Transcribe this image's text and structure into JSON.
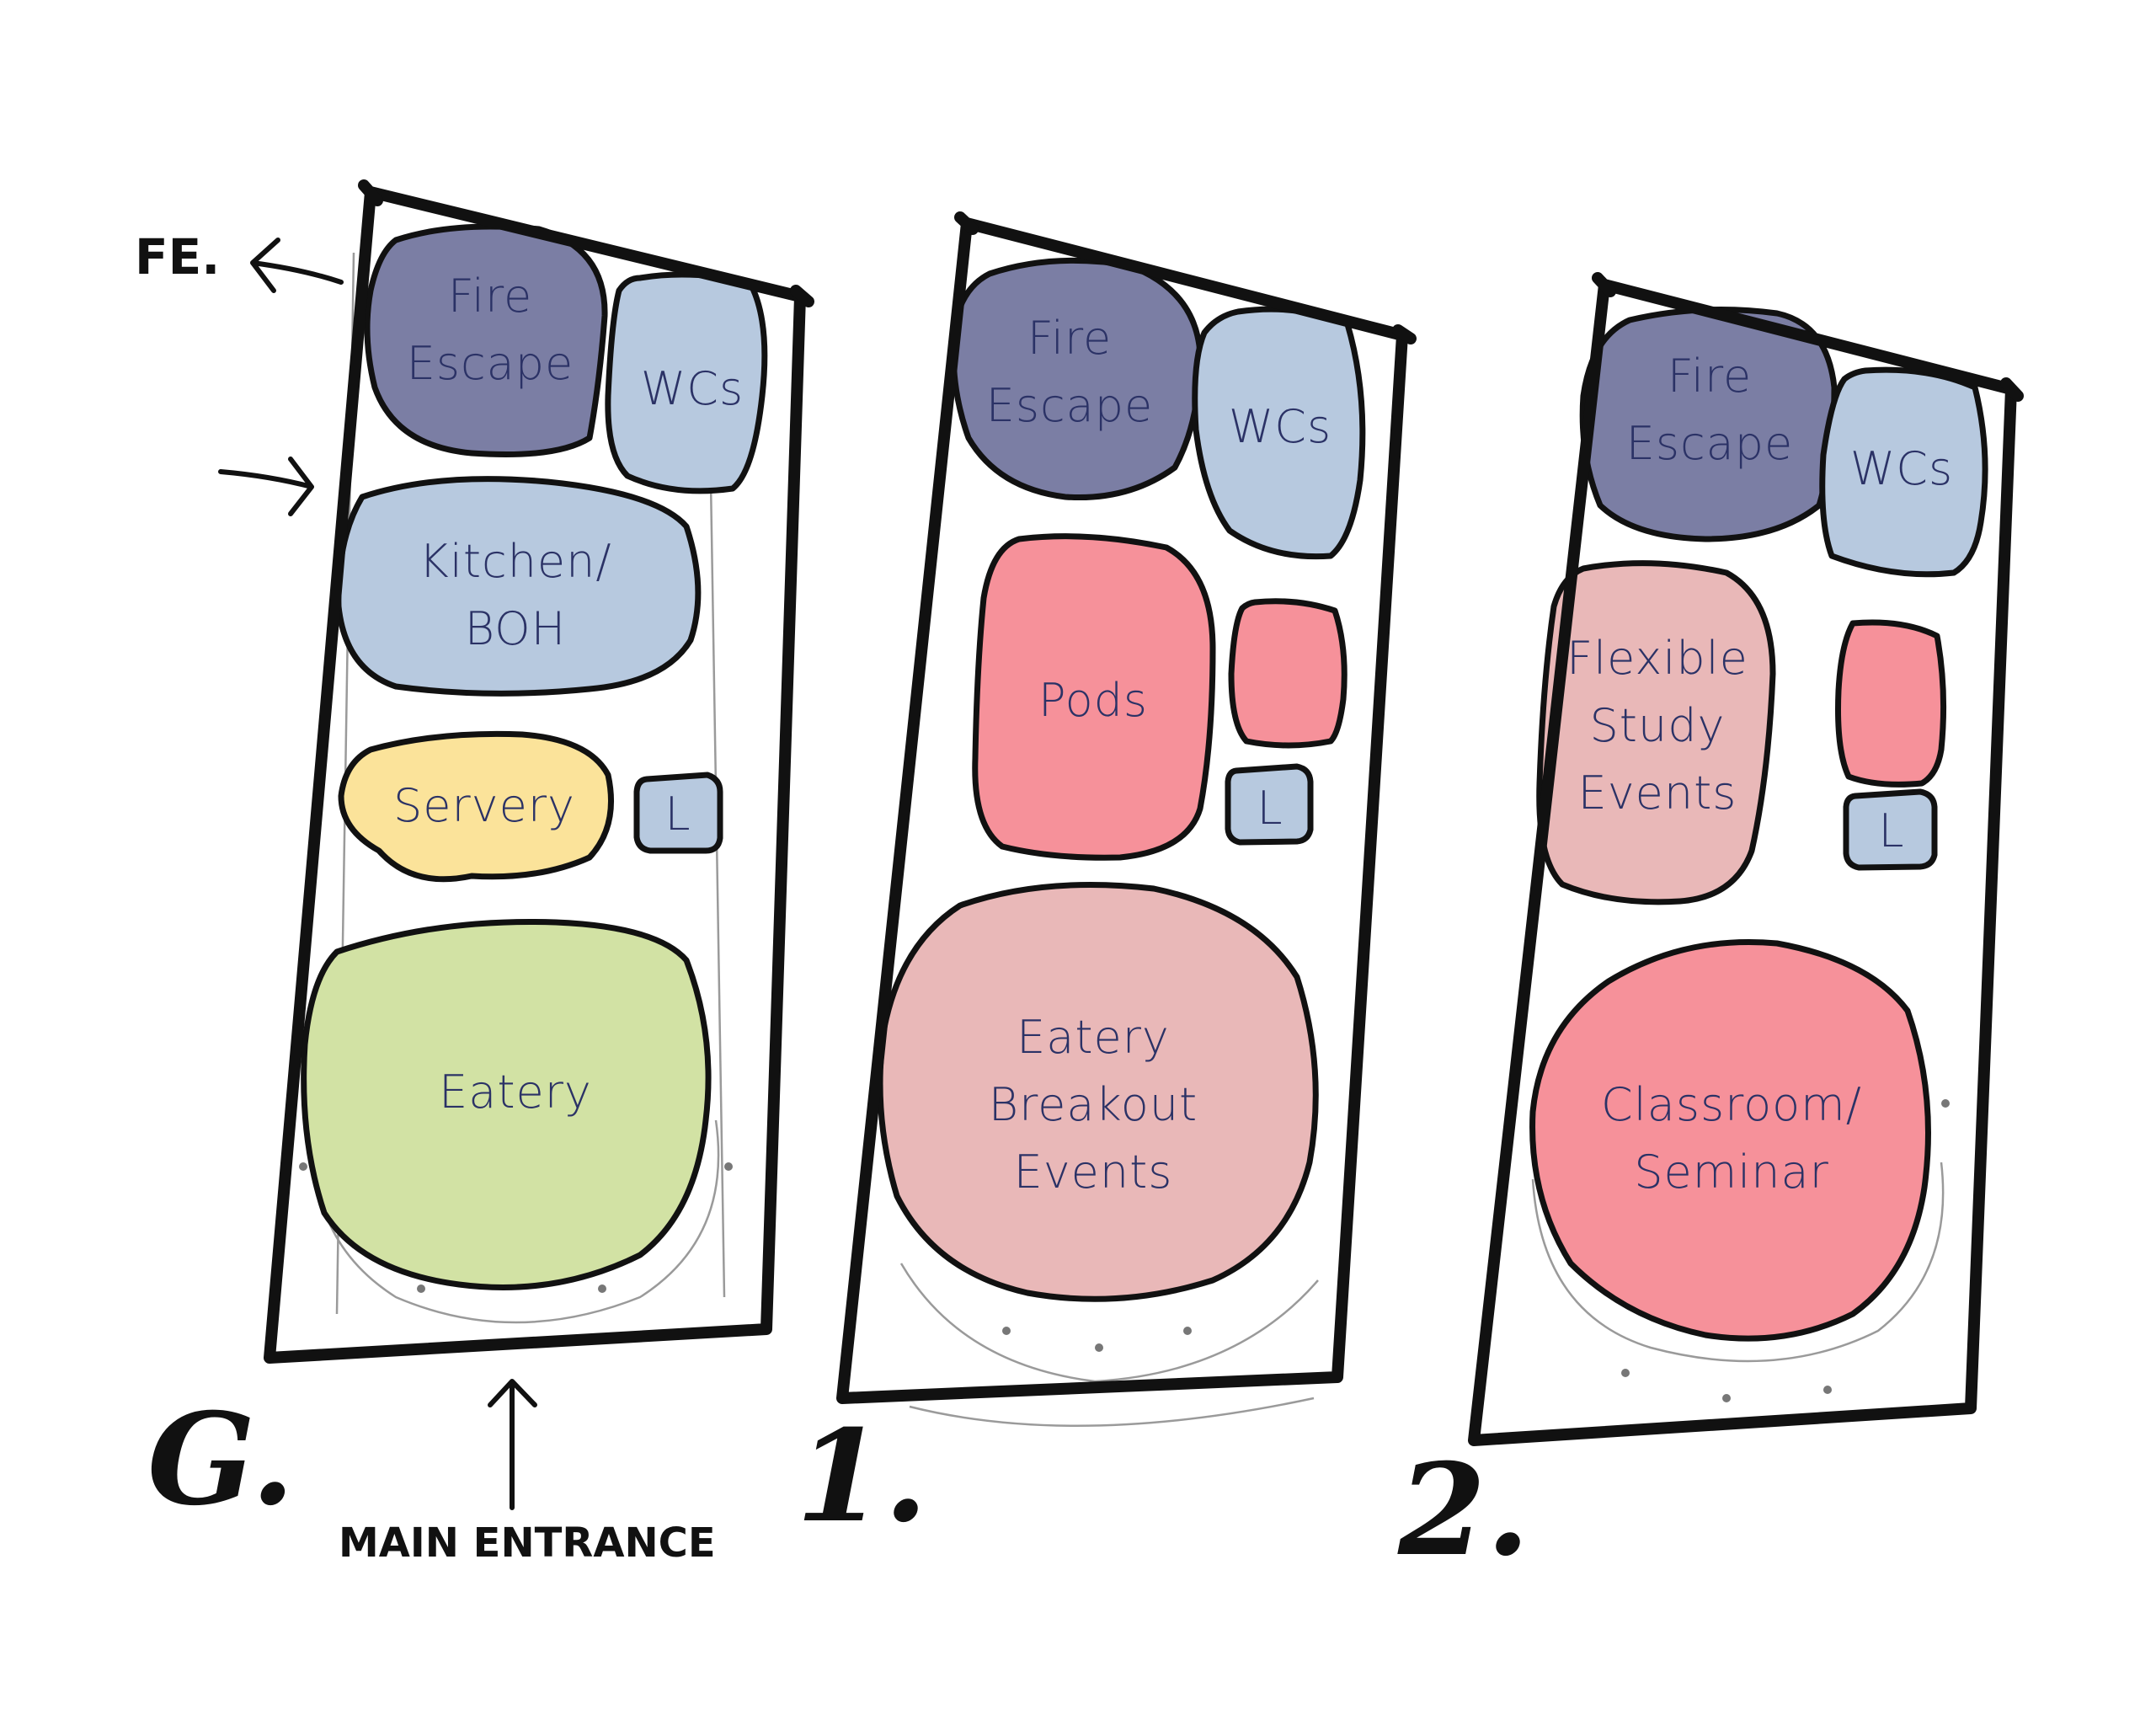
{
  "colors": {
    "fire_escape": "#7b7ea4",
    "wcs": "#b7c9df",
    "kitchen": "#b7c9df",
    "servery": "#fbe39a",
    "eatery_ground": "#d2e2a4",
    "pink_light": "#e9b8b8",
    "pink_strong": "#f6919a",
    "outline": "#111111"
  },
  "annotations": {
    "fe": "FE.",
    "main_entrance": "MAIN ENTRANCE"
  },
  "floors": [
    {
      "number": "G.",
      "zones": {
        "fire_escape": [
          "Fire",
          "Escape"
        ],
        "wcs": "WCs",
        "kitchen": [
          "Kitchen/",
          "BOH"
        ],
        "servery": "Servery",
        "lift": "L",
        "main": [
          "Eatery"
        ]
      }
    },
    {
      "number": "1.",
      "zones": {
        "fire_escape": [
          "Fire",
          "Escape"
        ],
        "wcs": "WCs",
        "pods": "Pods",
        "lift": "L",
        "main": [
          "Eatery",
          "Breakout",
          "Events"
        ]
      }
    },
    {
      "number": "2.",
      "zones": {
        "fire_escape": [
          "Fire",
          "Escape"
        ],
        "wcs": "WCs",
        "flexible": [
          "Flexible",
          "Study",
          "Events"
        ],
        "lift": "L",
        "main": [
          "Classroom/",
          "Seminar"
        ]
      }
    }
  ]
}
